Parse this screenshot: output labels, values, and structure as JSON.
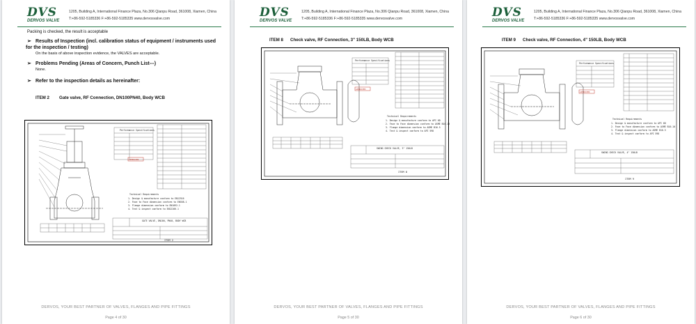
{
  "company": {
    "logo_text": "DVS",
    "logo_subtitle": "DERVOS VALVE",
    "address": "1205, Building A, International Finance Plaza, No.306 Qianpu Road, 361008, Xiamen, China",
    "contact": "T:+86-592-5185336  F:+86-592-5185335  www.dervosvalve.com",
    "footer_slogan": "DERVOS, YOUR BEST PARTNER OF VALVES, FLANGES AND PIPE FITTINGS"
  },
  "pages": [
    {
      "page_label": "Page 4 of 30",
      "top_line": "Packing is checked, the result is acceptable",
      "bullets": [
        {
          "arrow": "➢",
          "title": "Results of Inspection (incl. calibration status of equipment / instruments used",
          "title_cont": "for the inspection / testing)",
          "sub": "On the basis of above inspection evidence, the VALVES are acceptable."
        },
        {
          "arrow": "➢",
          "title": "Problems Pending (Areas of Concern, Punch List---)",
          "sub": "None."
        },
        {
          "arrow": "➢",
          "title": "Refer to the inspection details as hereinafter:",
          "sub": ""
        }
      ],
      "item_number": "ITEM 2",
      "item_title": "Gate valve, RF Connection, DN100PN40, Body WCB",
      "drawing_caption": "ITEM 2",
      "spec_title": "Performance Specifications",
      "tech_req_title": "Technical Requirements",
      "tech_req": [
        "1. Design & manufacture conform to EN12516",
        "2. Face to Face dimension conform to EN558-1",
        "3. Flange dimension conform to EN1092-1",
        "4. Test & inspect conform to EN12266-1"
      ],
      "title_block": "GATE VALVE, DN100, PN40, BODY WCB",
      "stamp": "APPROVED"
    },
    {
      "page_label": "Page 5 of 30",
      "item_number": "ITEM 8",
      "item_title": "Check valve, RF Connection, 3\" 150LB, Body WCB",
      "drawing_caption": "ITEM 8",
      "spec_title": "Performance Specifications",
      "tech_req_title": "Technical Requirements",
      "tech_req": [
        "1. Design & manufacture conform to API 6D",
        "2. Face to Face dimension conform to ASME B16.10",
        "3. Flange dimension conform to ASME B16.5",
        "4. Test & inspect conform to API 598"
      ],
      "title_block": "SWING CHECK VALVE, 3\" 150LB",
      "stamp": "APPROVED"
    },
    {
      "page_label": "Page 6 of 30",
      "item_number": "ITEM 9",
      "item_title": "Check valve, RF Connection, 4\" 150LB, Body WCB",
      "drawing_caption": "ITEM 9",
      "spec_title": "Performance Specifications",
      "tech_req_title": "Technical Requirements",
      "tech_req": [
        "1. Design & manufacture conform to API 6D",
        "2. Face to Face dimension conform to ASME B16.10",
        "3. Flange dimension conform to ASME B16.5",
        "4. Test & inspect conform to API 598"
      ],
      "title_block": "SWING CHECK VALVE, 4\" 150LB",
      "stamp": "APPROVED"
    }
  ],
  "colors": {
    "brand": "#1c5f3a",
    "stamp": "#c0392b",
    "footer": "#888888"
  }
}
